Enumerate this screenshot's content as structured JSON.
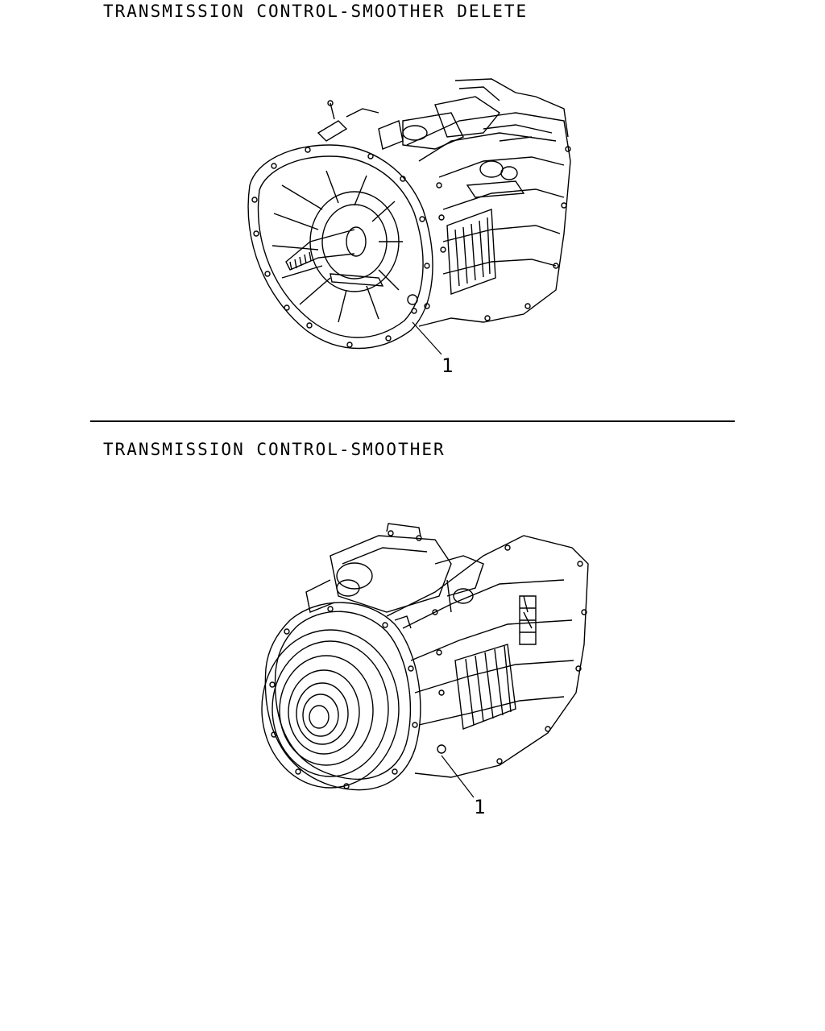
{
  "sections": [
    {
      "title": "TRANSMISSION CONTROL-SMOOTHER DELETE",
      "callout": "1"
    },
    {
      "title": "TRANSMISSION CONTROL-SMOOTHER",
      "callout": "1"
    }
  ]
}
